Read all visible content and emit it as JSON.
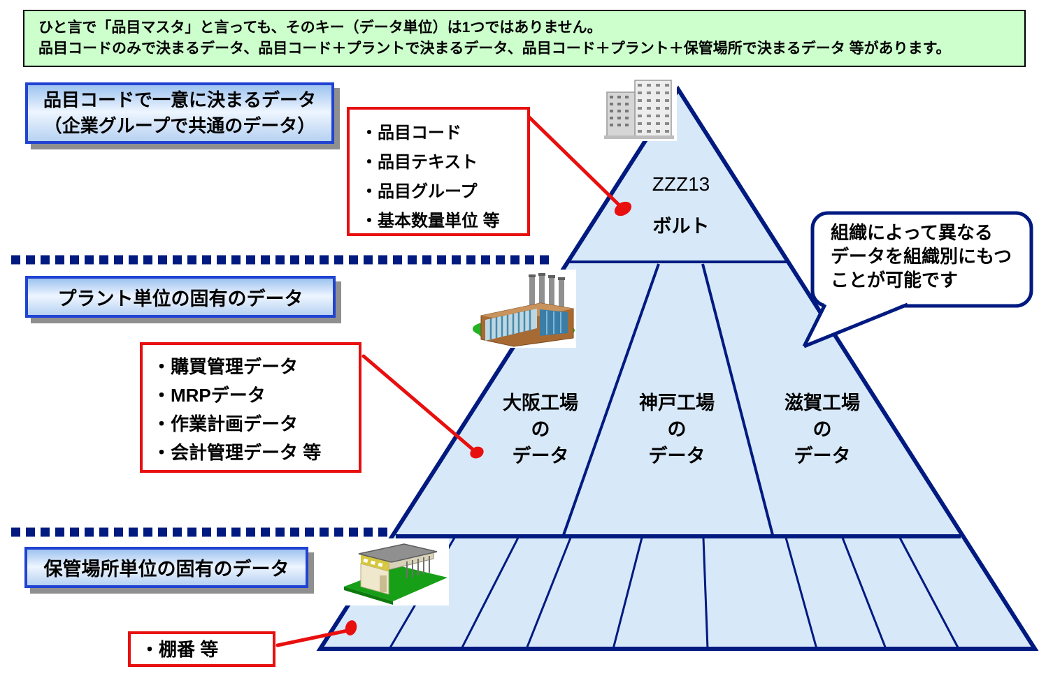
{
  "banner": {
    "line1": "ひと言で「品目マスタ」と言っても、そのキー（データ単位）は1つではありません。",
    "line2": "品目コードのみで決まるデータ、品目コード＋プラントで決まるデータ、品目コード＋プラント＋保管場所で決まるデータ 等があります。"
  },
  "level_labels": {
    "item": "品目コードで一意に決まるデータ\n（企業グループで共通のデータ）",
    "plant": "プラント単位の固有のデータ",
    "storage": "保管場所単位の固有のデータ"
  },
  "callouts": {
    "item_fields": [
      "・品目コード",
      "・品目テキスト",
      "・品目グループ",
      "・基本数量単位 等"
    ],
    "plant_fields": [
      "・購買管理データ",
      "・MRPデータ",
      "・作業計画データ",
      "・会計管理データ 等"
    ],
    "storage_fields": [
      "・棚番 等"
    ]
  },
  "pyramid": {
    "item_code": "ZZZ13",
    "item_name": "ボルト",
    "plants": [
      "大阪工場\nの\nデータ",
      "神戸工場\nの\nデータ",
      "滋賀工場\nの\nデータ"
    ]
  },
  "bubble": "組織によって異なる\nデータを組織別にもつ\nことが可能です",
  "colors": {
    "navy": "#001a80",
    "red": "#e80f0f",
    "banner_bg": "#ccffcc",
    "blue_box_border": "#2143d1",
    "pyramid_fill": "#d7e8f8"
  }
}
